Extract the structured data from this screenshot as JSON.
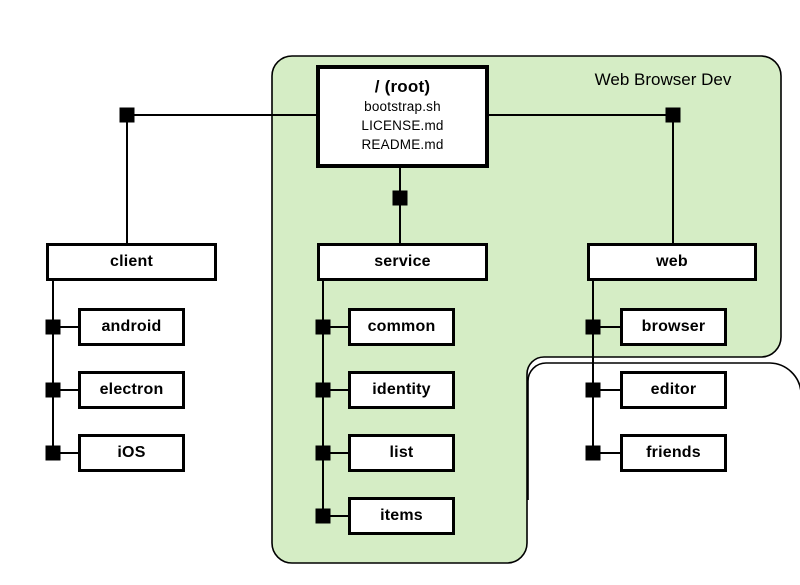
{
  "group": {
    "label": "Web Browser Dev",
    "fill_color": "#d5edc5",
    "border_color": "#000000",
    "members": [
      "/ (root)",
      "service",
      "common",
      "identity",
      "list",
      "items",
      "web",
      "browser"
    ]
  },
  "nodes": {
    "root": {
      "label": "/ (root)",
      "files": [
        "bootstrap.sh",
        "LICENSE.md",
        "README.md"
      ]
    },
    "client": {
      "label": "client"
    },
    "service": {
      "label": "service"
    },
    "web": {
      "label": "web"
    },
    "android": {
      "label": "android"
    },
    "electron": {
      "label": "electron"
    },
    "ios": {
      "label": "iOS"
    },
    "common": {
      "label": "common"
    },
    "identity": {
      "label": "identity"
    },
    "list": {
      "label": "list"
    },
    "items": {
      "label": "items"
    },
    "browser": {
      "label": "browser"
    },
    "editor": {
      "label": "editor"
    },
    "friends": {
      "label": "friends"
    }
  },
  "hierarchy": {
    "root": [
      "client",
      "service",
      "web"
    ],
    "client": [
      "android",
      "electron",
      "iOS"
    ],
    "service": [
      "common",
      "identity",
      "list",
      "items"
    ],
    "web": [
      "browser",
      "editor",
      "friends"
    ]
  },
  "colors": {
    "node_fill": "#ffffff",
    "node_border": "#000000",
    "connector": "#000000"
  }
}
